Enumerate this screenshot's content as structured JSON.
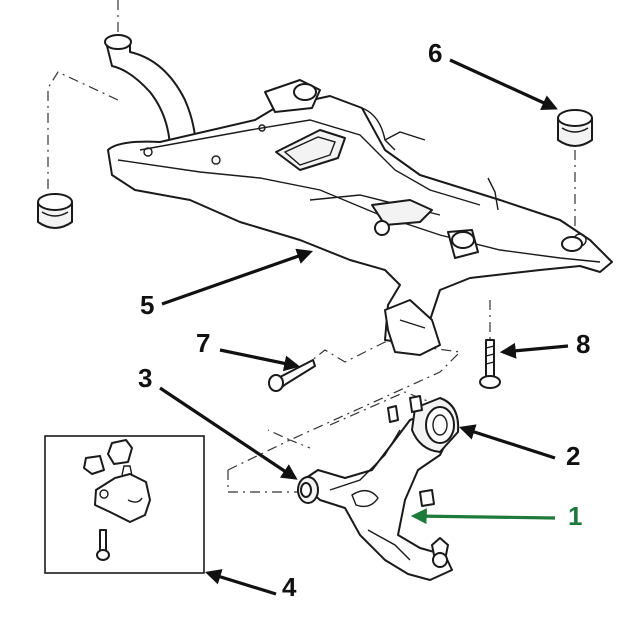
{
  "callouts": [
    {
      "id": "1",
      "text": "1",
      "color": "#1e7a3a"
    },
    {
      "id": "2",
      "text": "2",
      "color": "#111111"
    },
    {
      "id": "3",
      "text": "3",
      "color": "#111111"
    },
    {
      "id": "4",
      "text": "4",
      "color": "#111111"
    },
    {
      "id": "5",
      "text": "5",
      "color": "#111111"
    },
    {
      "id": "6",
      "text": "6",
      "color": "#111111"
    },
    {
      "id": "7",
      "text": "7",
      "color": "#111111"
    },
    {
      "id": "8",
      "text": "8",
      "color": "#111111"
    }
  ],
  "colors": {
    "highlight_arrow": "#1e7a3a",
    "default_arrow": "#111111",
    "line_art": "#1a1a1a"
  }
}
